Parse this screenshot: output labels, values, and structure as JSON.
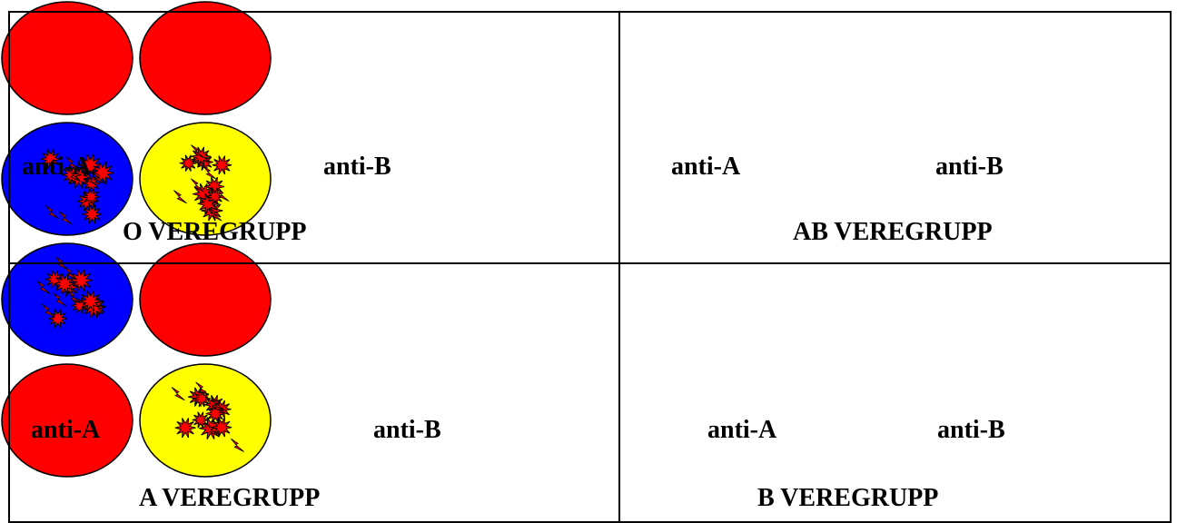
{
  "colors": {
    "no_reaction": "#ff0000",
    "anti_a_reagent": "#0000ff",
    "anti_b_reagent": "#ffff00",
    "agglutinate": "#ff0000",
    "outline": "#000000"
  },
  "icons": {
    "agglutination": "starburst-icon",
    "clump": "lightning-icon"
  },
  "panels": [
    {
      "title": "O VEREGRUPP",
      "wells": [
        {
          "label": "anti-A",
          "color": "#ff0000",
          "agglutination": false
        },
        {
          "label": "anti-B",
          "color": "#ff0000",
          "agglutination": false
        }
      ]
    },
    {
      "title": "AB VEREGRUPP",
      "wells": [
        {
          "label": "anti-A",
          "color": "#0000ff",
          "agglutination": true
        },
        {
          "label": "anti-B",
          "color": "#ffff00",
          "agglutination": true
        }
      ]
    },
    {
      "title": "A VEREGRUPP",
      "wells": [
        {
          "label": "anti-A",
          "color": "#0000ff",
          "agglutination": true
        },
        {
          "label": "anti-B",
          "color": "#ff0000",
          "agglutination": false
        }
      ]
    },
    {
      "title": "B VEREGRUPP",
      "wells": [
        {
          "label": "anti-A",
          "color": "#ff0000",
          "agglutination": false
        },
        {
          "label": "anti-B",
          "color": "#ffff00",
          "agglutination": true
        }
      ]
    }
  ]
}
